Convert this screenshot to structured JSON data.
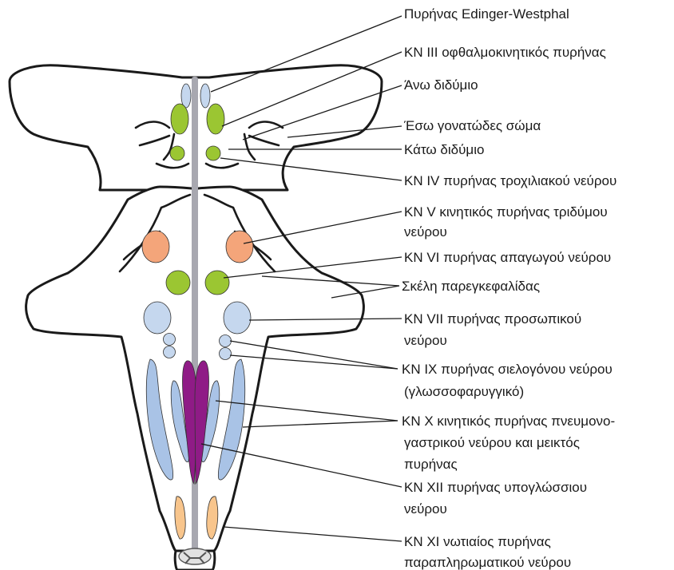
{
  "colors": {
    "green": "#9bc632",
    "salmon": "#f4a57a",
    "light_blue": "#c5d7ee",
    "mid_blue": "#a9c3e6",
    "purple": "#8f1b86",
    "orange": "#f8c58c",
    "midline": "#a8a8b0"
  },
  "labels": {
    "edinger": "Πυρήνας Edinger-Westphal",
    "cn3": "ΚΝ III οφθαλμοκινητικός πυρήνας",
    "superior_colliculus": "Άνω διδύμιο",
    "lateral_geniculate": "Έσω γονατώδες σώμα",
    "inferior_colliculus": "Κάτω διδύμιο",
    "cn4": "ΚΝ IV πυρήνας τροχιλιακού νεύρου",
    "cn5_line1": "ΚΝ V κινητικός πυρήνας τριδύμου",
    "cn5_line2": "νεύρου",
    "cn6": "ΚΝ VI πυρήνας απαγωγού νεύρου",
    "peduncles": "Σκέλη παρεγκεφαλίδας",
    "cn7_line1": "ΚΝ VII πυρήνας προσωπικού",
    "cn7_line2": "νεύρου",
    "cn9_line1": "ΚΝ IX πυρήνας σιελογόνου νεύρου",
    "cn9_line2": "(γλωσσοφαρυγγικό)",
    "cn10_line1": "ΚΝ X κινητικός πυρήνας πνευμονο-",
    "cn10_line2": "γαστρικού νεύρου και μεικτός",
    "cn10_line3": "πυρήνας",
    "cn12_line1": "ΚΝ XII πυρήνας υπογλώσσιου",
    "cn12_line2": "νεύρου",
    "cn11_line1": "ΚΝ XI νωτιαίος πυρήνας",
    "cn11_line2": "παραπληρωματικού νεύρου"
  }
}
